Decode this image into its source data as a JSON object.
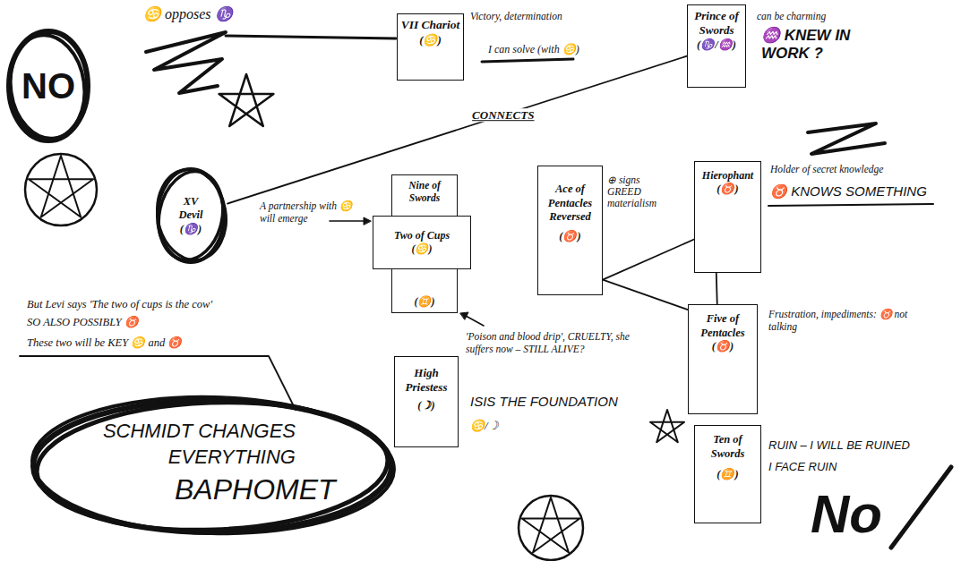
{
  "diagram": {
    "nodes": [
      {
        "text": [
          "NO"
        ]
      },
      {
        "text": [
          "VII Chariot",
          "(♋)"
        ]
      },
      {
        "text": [
          "Prince of Swords",
          "(♑/♒)"
        ]
      },
      {
        "text": [
          "XV Devil",
          "(♑)"
        ]
      },
      {
        "text": [
          "Nine of Swords",
          "(♊)"
        ]
      },
      {
        "text": [
          "Two of Cups",
          "(♋)"
        ],
        "in": 4
      },
      {
        "text": [
          "Ace of Pentacles Reversed",
          "(♉)"
        ]
      },
      {
        "text": [
          "Hierophant",
          "(♉)"
        ]
      },
      {
        "text": [
          "Five of Pentacles",
          "(♉)"
        ]
      },
      {
        "text": [
          "High Priestess",
          "(☽)"
        ]
      },
      {
        "text": [
          "Ten of Swords",
          "(♊)"
        ]
      },
      {
        "text": [
          "SCHMIDT CHANGES EVERYTHING",
          "BAPHOMET"
        ]
      }
    ],
    "edges": [
      {
        "from": 3,
        "to": 2,
        "arrow": "none",
        "label": "CONNECTS"
      },
      {
        "from": 6,
        "to": 7,
        "arrow": "none"
      },
      {
        "from": 7,
        "to": 8,
        "arrow": "none"
      },
      {
        "from": 6,
        "to": 8,
        "arrow": "none"
      }
    ],
    "labels": [
      "♋ opposes ♑",
      "Victory, determination",
      "I can solve (with ♋)",
      "can be charming",
      "♒ KNEW IN WORK ?",
      "A partnership with ♋ will emerge",
      "⊕ signs GREED materialism",
      "Holder of secret knowledge",
      "♉ KNOWS SOMETHING",
      "But Levi says 'The two of cups is the cow'",
      "SO ALSO POSSIBLY ♉",
      "These two will be KEY ♋ and ♉",
      "'Poison and blood drip', CRUELTY, she suffers now – STILL ALIVE?",
      "ISIS THE FOUNDATION",
      "♋/☽",
      "Frustration, impediments: ♉ not talking",
      "RUIN – I WILL BE RUINED",
      "I FACE RUIN",
      "No"
    ]
  }
}
